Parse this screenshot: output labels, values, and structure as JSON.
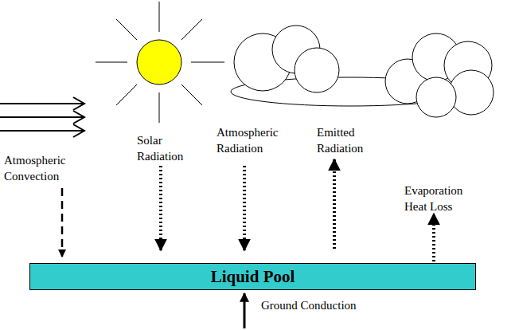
{
  "diagram": {
    "nodes": [
      {
        "text": [
          "Liquid Pool"
        ]
      }
    ],
    "labels": [
      "Atmospheric Convection",
      "Solar Radiation",
      "Atmospheric Radiation",
      "Emitted Radiation",
      "Evaporation Heat Loss",
      "Ground Conduction"
    ]
  }
}
